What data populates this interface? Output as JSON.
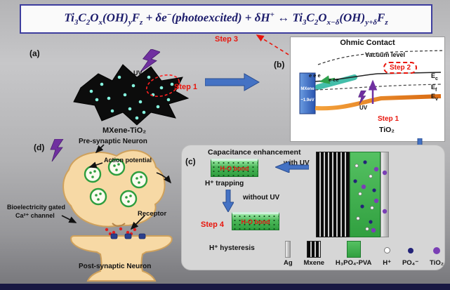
{
  "colors": {
    "step_red": "#e8150c",
    "arrow_blue": "#4472c4",
    "uv_purple": "#7030a0",
    "mxene_blue": "#2f5fc0",
    "electrolyte_green": "#3fae49",
    "neuron_tan": "#f7d9a5",
    "tio2_purple": "#7a3fb5"
  },
  "equation": {
    "parts": [
      {
        "base": "Ti",
        "sub": "3"
      },
      {
        "base": "C",
        "sub": "2"
      },
      {
        "base": "O",
        "sub": "x"
      },
      {
        "base": "(OH)",
        "sub": "y"
      },
      {
        "base": "F",
        "sub": "z"
      },
      {
        "base": " + δe",
        "sup": "−"
      },
      {
        "base": "(photoexcited) + δH",
        "sup": "+"
      },
      {
        "base": " ↔ Ti",
        "sub": "3"
      },
      {
        "base": "C",
        "sub": "2"
      },
      {
        "base": "O",
        "sub": "x−δ"
      },
      {
        "base": "(OH)",
        "sub": "y+δ"
      },
      {
        "base": "F",
        "sub": "z"
      }
    ]
  },
  "step3": "Step 3",
  "panel_a": {
    "label": "(a)",
    "uv": "UV",
    "step1": "Step 1",
    "material": "MXene-TiO₂"
  },
  "panel_b": {
    "label": "(b)",
    "title": "Ohmic Contact",
    "vacuum": "Vacuum level",
    "step2": "Step 2",
    "electrons_left": "e e e",
    "electrons_right": "e ee",
    "mxene": "MXene",
    "bandgap": "~1.9eV",
    "uv": "UV",
    "step1": "Step 1",
    "tio2": "TiO₂",
    "ec": {
      "base": "E",
      "sub": "c"
    },
    "ef": {
      "base": "E",
      "sub": "f"
    },
    "ev": {
      "base": "E",
      "sub": "v"
    }
  },
  "panel_c": {
    "label": "(c)",
    "title": "Capacitance enhancement",
    "with_uv": "with UV",
    "ho_bond_uv": "H-O bond",
    "h_trapping": "H⁺ trapping",
    "without_uv": "without UV",
    "step4": "Step 4",
    "ho_bond_dark": "H-O bond",
    "h_hysteresis": "H⁺ hysteresis"
  },
  "legend": {
    "items": [
      "Ag",
      "Mxene",
      "H₃PO₄-PVA",
      "H⁺",
      "PO₄⁻",
      "TiO₂"
    ]
  },
  "panel_d": {
    "label": "(d)",
    "pre": "Pre-synaptic Neuron",
    "action": "Action potential",
    "bio_line1": "Bioelectricity gated",
    "bio_line2": "Ca²⁺ channel",
    "receptor": "Receptor",
    "post": "Post-synaptic Neuron"
  }
}
